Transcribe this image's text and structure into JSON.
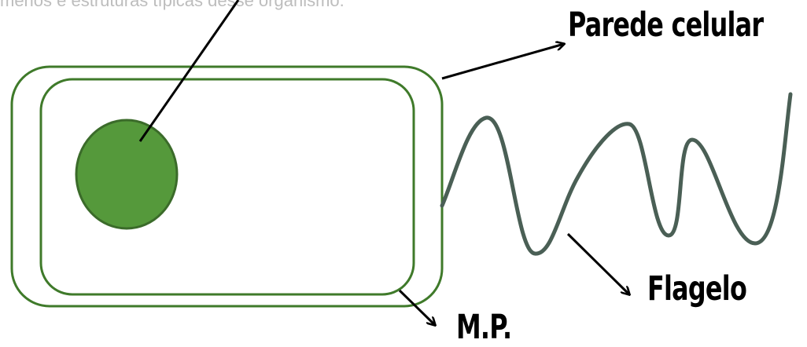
{
  "caption_fragment": "menos e estruturas típicas desse organismo.",
  "labels": {
    "cell_wall": "Parede celular",
    "flagellum": "Flagelo",
    "plasma_membrane": "M.P."
  },
  "colors": {
    "cell_outline": "#3f7a2a",
    "nucleoid_fill": "#55993b",
    "nucleoid_stroke": "#3b6b2a",
    "flagellum": "#4a5f55",
    "arrow": "#000000",
    "caption": "#bdbdbd"
  }
}
